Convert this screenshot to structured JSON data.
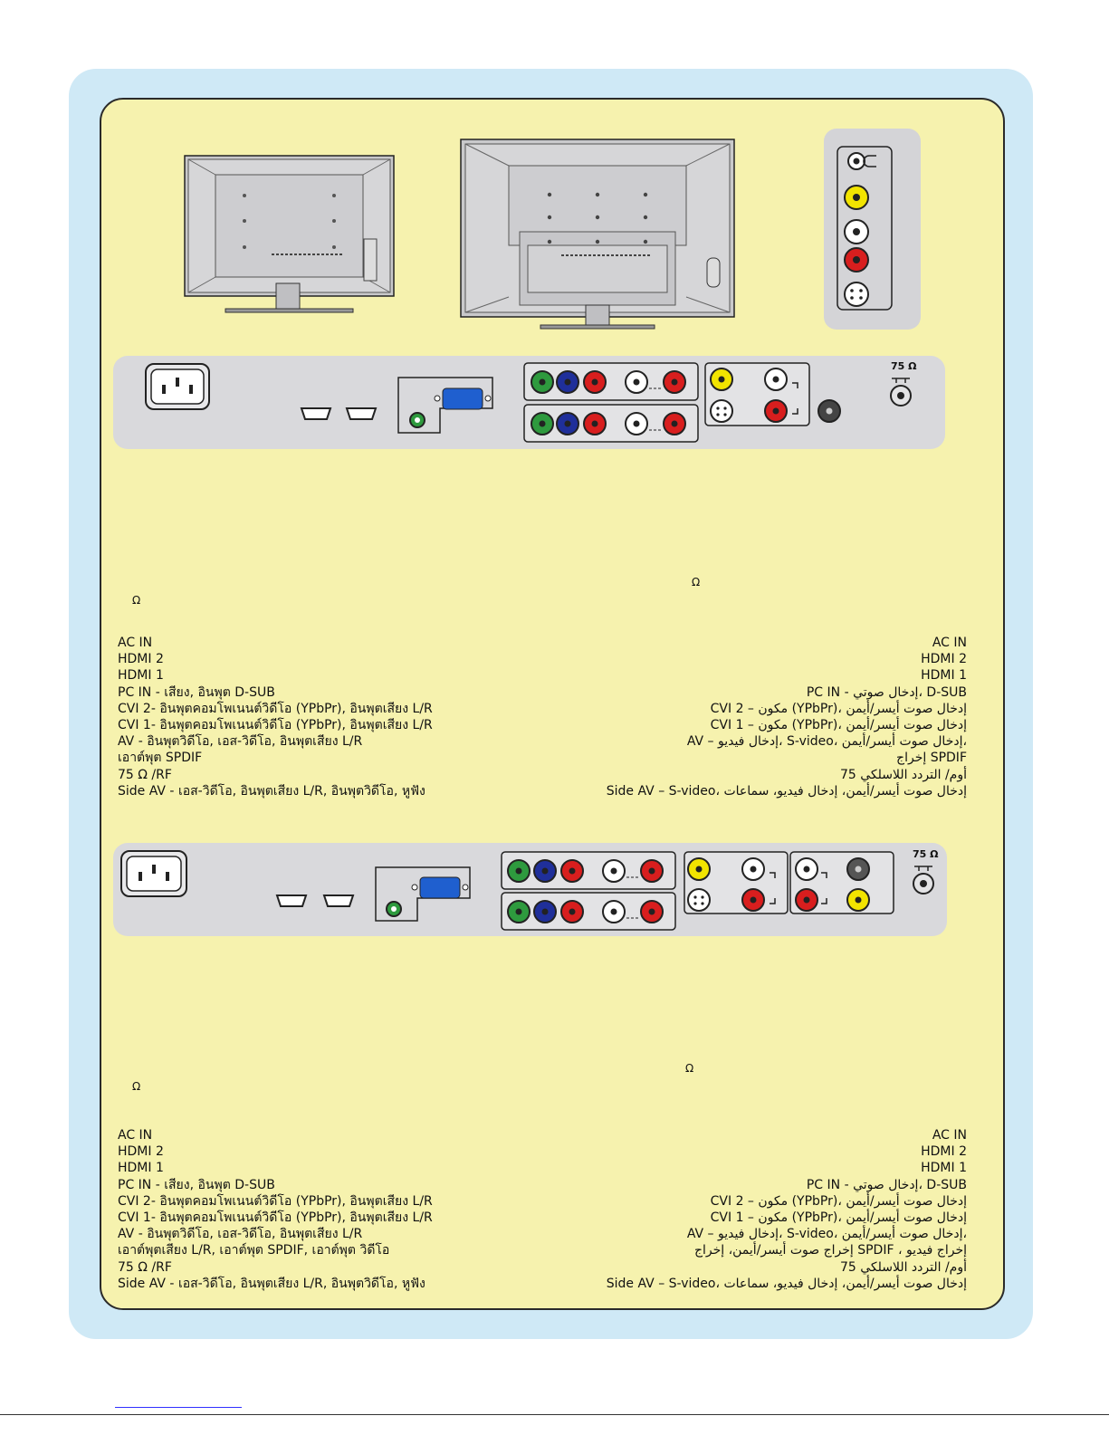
{
  "section1": {
    "omega_a": "Ω",
    "omega_b": "Ω",
    "rf_label": "75 Ω",
    "left_list": [
      "AC IN",
      "HDMI 2",
      "HDMI 1",
      "PC IN - เสียง, อินพุต D-SUB",
      "CVI 2- อินพุตคอมโพเนนต์วิดีโอ (YPbPr), อินพุตเสียง L/R",
      "CVI 1- อินพุตคอมโพเนนต์วิดีโอ (YPbPr), อินพุตเสียง L/R",
      "AV - อินพุตวิดีโอ, เอส-วิดีโอ, อินพุตเสียง L/R",
      "เอาต์พุต SPDIF",
      "75 Ω /RF",
      "Side AV - เอส-วิดีโอ, อินพุตเสียง L/R, อินพุตวิดีโอ, หูฟัง"
    ],
    "right_list": [
      "AC IN",
      "HDMI 2",
      "HDMI 1",
      "PC IN - إدخال صوتي، D-SUB",
      "CVI 2 – مكون (YPbPr)، إدخال صوت أيسر/أيمن",
      "CVI 1 – مكون (YPbPr)، إدخال صوت أيسر/أيمن",
      "AV – إدخال فيديو، S-video، إدخال صوت أيسر/أيمن،",
      "إخراج SPDIF",
      "75 أوم/ التردد اللاسلكي",
      "Side AV – S-video، إدخال صوت أيسر/أيمن، إدخال فيديو، سماعات"
    ]
  },
  "section2": {
    "omega_a": "Ω",
    "omega_b": "Ω",
    "rf_label": "75 Ω",
    "left_list": [
      "AC IN",
      "HDMI 2",
      "HDMI 1",
      "PC IN - เสียง, อินพุต D-SUB",
      "CVI 2- อินพุตคอมโพเนนต์วิดีโอ (YPbPr), อินพุตเสียง L/R",
      "CVI 1- อินพุตคอมโพเนนต์วิดีโอ (YPbPr), อินพุตเสียง L/R",
      "AV - อินพุตวิดีโอ, เอส-วิดีโอ, อินพุตเสียง L/R",
      "เอาต์พุตเสียง L/R, เอาต์พุต SPDIF, เอาต์พุต วิดีโอ",
      "75 Ω /RF",
      "Side AV - เอส-วิดีโอ, อินพุตเสียง L/R, อินพุตวิดีโอ, หูฟัง"
    ],
    "right_list": [
      "AC IN",
      "HDMI 2",
      "HDMI 1",
      "PC IN - إدخال صوتي، D-SUB",
      "CVI 2 – مكون (YPbPr)، إدخال صوت أيسر/أيمن",
      "CVI 1 – مكون (YPbPr)، إدخال صوت أيسر/أيمن",
      "AV – إدخال فيديو، S-video، إدخال صوت أيسر/أيمن،",
      "إخراج صوت أيسر/أيمن، إخراج SPDIF ، إخراج فيديو",
      "75 أوم/ التردد اللاسلكي",
      "Side AV – S-video، إدخال صوت أيسر/أيمن، إدخال فيديو، سماعات"
    ]
  },
  "colors": {
    "outer_bg": "#cfe9f6",
    "panel_bg": "#f6f2ae",
    "bar_bg": "#d9d9dc",
    "green_jack": "#2e9a3e",
    "blue_jack": "#1f2f9a",
    "red_jack": "#d81e1e",
    "yellow_jack": "#f2e400",
    "white_jack": "#ffffff"
  }
}
